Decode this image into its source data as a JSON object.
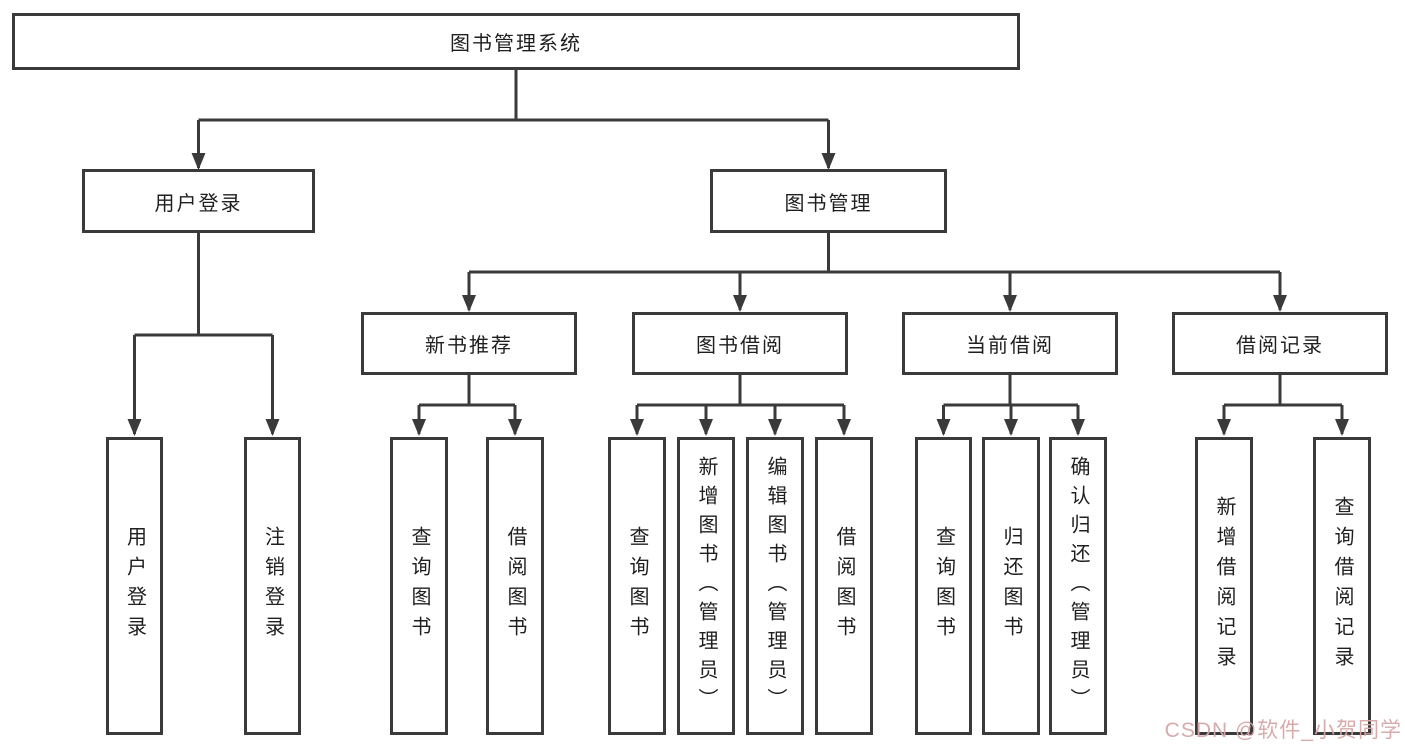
{
  "tree": {
    "root": {
      "label": "图书管理系统"
    },
    "children": [
      {
        "label": "用户登录",
        "children": [
          {
            "label": "用户登录"
          },
          {
            "label": "注销登录"
          }
        ]
      },
      {
        "label": "图书管理",
        "children": [
          {
            "label": "新书推荐",
            "children": [
              {
                "label": "查询图书"
              },
              {
                "label": "借阅图书"
              }
            ]
          },
          {
            "label": "图书借阅",
            "children": [
              {
                "label": "查询图书"
              },
              {
                "label": "新增图书（管理员）"
              },
              {
                "label": "编辑图书（管理员）"
              },
              {
                "label": "借阅图书"
              }
            ]
          },
          {
            "label": "当前借阅",
            "children": [
              {
                "label": "查询图书"
              },
              {
                "label": "归还图书"
              },
              {
                "label": "确认归还（管理员）"
              }
            ]
          },
          {
            "label": "借阅记录",
            "children": [
              {
                "label": "新增借阅记录"
              },
              {
                "label": "查询借阅记录"
              }
            ]
          }
        ]
      }
    ]
  },
  "watermark": {
    "text": "CSDN @软件_小贺同学"
  },
  "colors": {
    "background": "#ffffff",
    "box_border": "#3a3a3a",
    "connector_line": "#3a3a3a",
    "text": "#1f1f1f",
    "watermark": "#d5a7a7"
  }
}
